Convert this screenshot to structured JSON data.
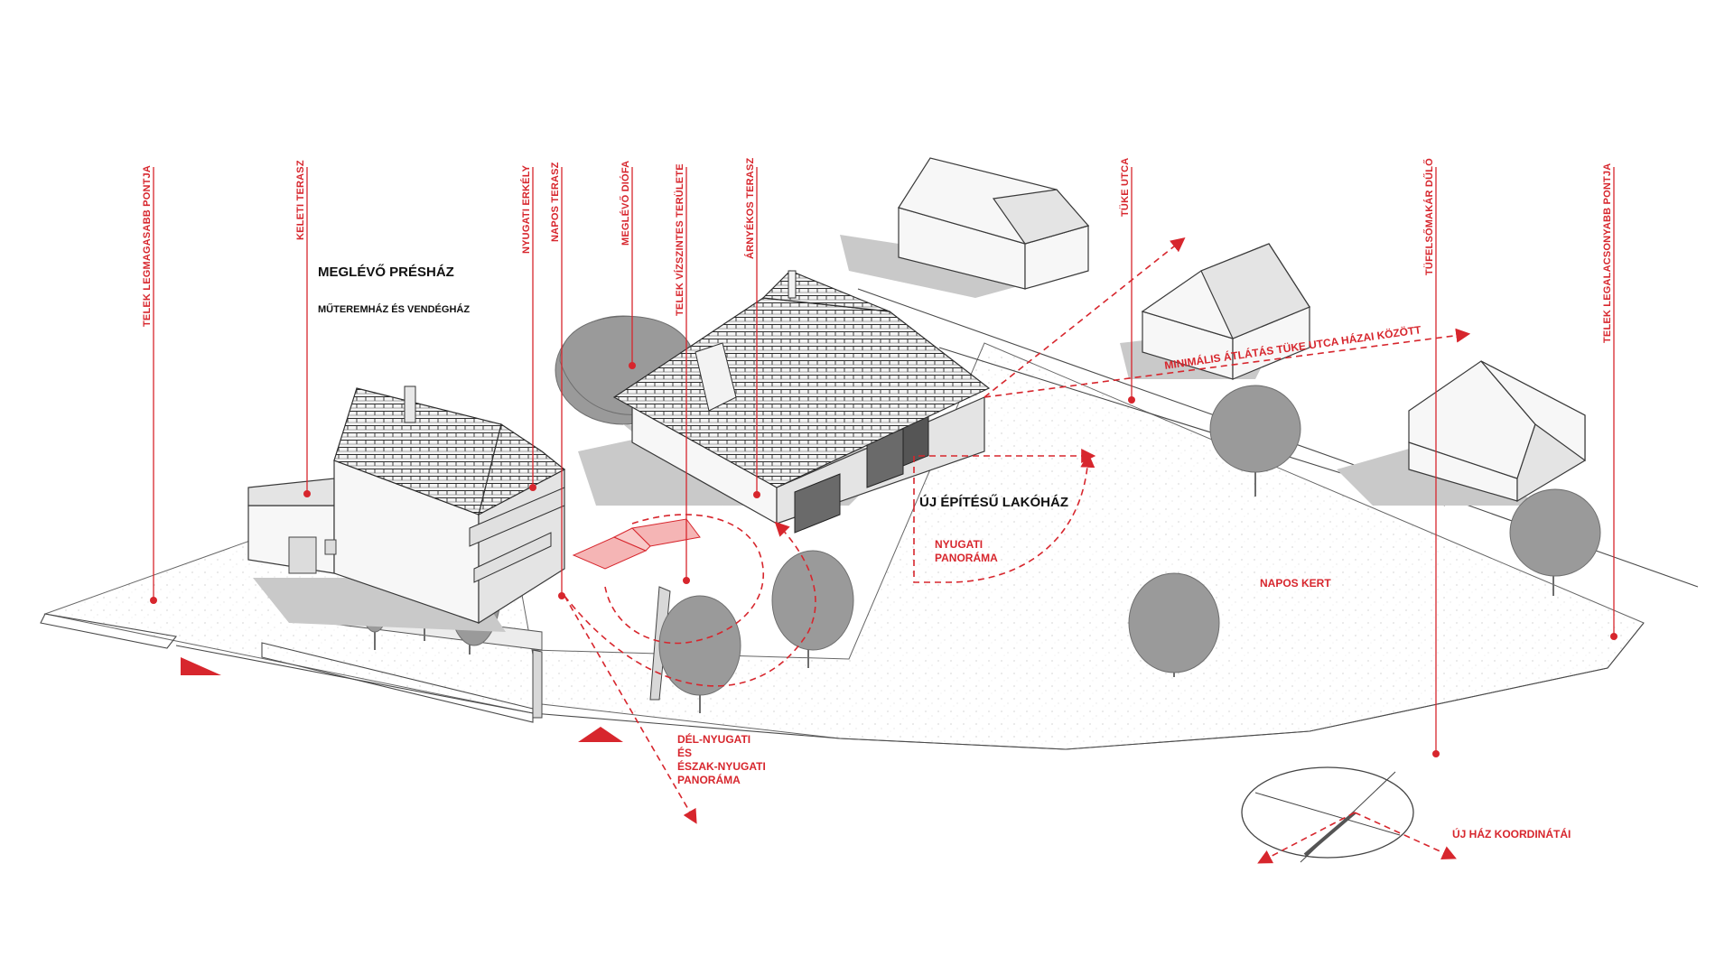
{
  "labels": {
    "highest_point": "TELEK LEGMAGASABB PONTJA",
    "east_terrace": "KELETI TERASZ",
    "west_balcony": "NYUGATI ERKÉLY",
    "sunny_terrace": "NAPOS TERASZ",
    "walnut_tree": "MEGLÉVŐ DIÓFA",
    "level_area": "TELEK VÍZSZINTES TERÜLETE",
    "shady_terrace": "ÁRNYÉKOS TERASZ",
    "tuke_street": "TÜKE UTCA",
    "tufelsomakar": "TÜFELSŐMAKÁR DŰLŐ",
    "lowest_point": "TELEK LEGALACSONYABB PONTJA"
  },
  "press_house": {
    "title": "MEGLÉVŐ PRÉSHÁZ",
    "subtitle": "MŰTEREMHÁZ ÉS VENDÉGHÁZ"
  },
  "new_house": {
    "title": "ÚJ ÉPÍTÉSŰ LAKÓHÁZ"
  },
  "annotations": {
    "west_panorama_1": "NYUGATI",
    "west_panorama_2": "PANORÁMA",
    "minimal_view": "MINIMÁLIS ÁTLÁTÁS TÜKE UTCA HÁZAI KÖZÖTT",
    "sunny_garden": "NAPOS KERT",
    "sw_nw_1": "DÉL-NYUGATI",
    "sw_nw_2": "ÉS",
    "sw_nw_3": "ÉSZAK-NYUGATI",
    "sw_nw_4": "PANORÁMA",
    "coordinates": "ÚJ HÁZ KOORDINÁTÁI"
  },
  "colors": {
    "accent": "#d7262d",
    "tree": "#9a9a9a",
    "shadow": "#c9c9c9"
  }
}
